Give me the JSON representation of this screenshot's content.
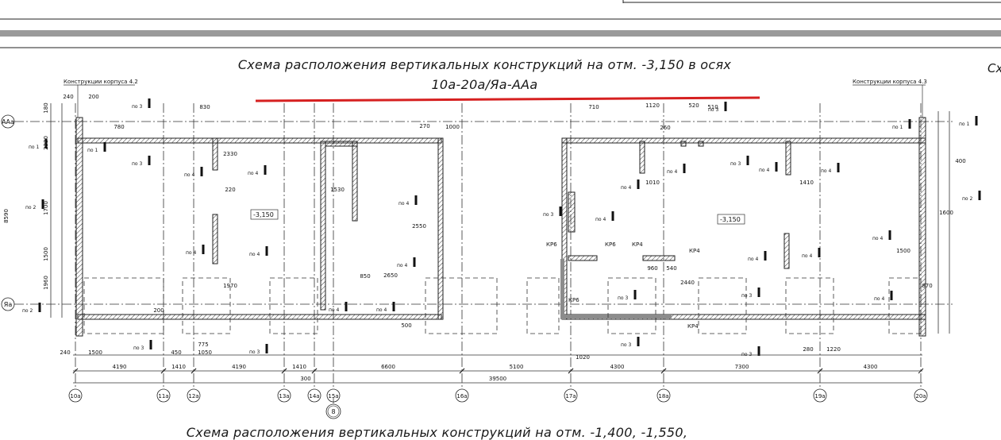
{
  "titles": {
    "main_line1": "Схема расположения вертикальных конструкций на отм. -3,150 в осях",
    "main_line2": "10а-20а/Яа-ААа",
    "bottom_line": "Схема расположения вертикальных конструкций на отм. -1,400, -1,550,",
    "corner_fragment": "Сх"
  },
  "notes": {
    "left_building": "Конструкции корпуса 4.2",
    "right_building": "Конструкции корпуса 4.3"
  },
  "elevations": [
    "-3,150",
    "-3,150"
  ],
  "row_axes": [
    "ААа",
    "Яа"
  ],
  "column_axes": [
    "10а",
    "11а",
    "12а",
    "13а",
    "14а",
    "15а",
    "16а",
    "17а",
    "18а",
    "19а",
    "20а"
  ],
  "section_marker": "8",
  "overall_dimension": "39500",
  "axis_spacings": [
    "4190",
    "1410",
    "4190",
    "1410",
    "6600",
    "5100",
    "4300",
    "7300",
    "4300"
  ],
  "extra_dimension": "300",
  "left_vertical_dims": [
    "180",
    "2330",
    "1700",
    "1500",
    "1960",
    "8590"
  ],
  "bottom_dims": [
    "240",
    "1500",
    "450",
    "775",
    "1050",
    "280",
    "1220",
    "1020"
  ],
  "wall_dims": [
    "240",
    "200",
    "830",
    "220",
    "780",
    "2330",
    "1530",
    "270",
    "1000",
    "2550",
    "2650",
    "850",
    "200",
    "500",
    "1120",
    "520",
    "710",
    "510",
    "260",
    "1010",
    "1410",
    "960",
    "540",
    "2440",
    "1500",
    "400",
    "1600",
    "870",
    "1970"
  ],
  "kr_labels": [
    "КР6",
    "КР6",
    "КР6",
    "КР4",
    "КР4",
    "КР4"
  ],
  "section_labels": [
    "по 3",
    "по 4",
    "по 1",
    "по 2"
  ]
}
